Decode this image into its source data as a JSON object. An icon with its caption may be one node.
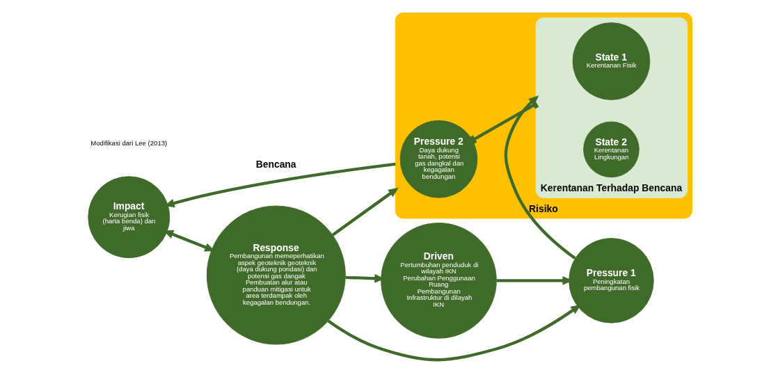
{
  "diagram": {
    "nodes": [
      {
        "text": [
          "Response",
          "Pembangunan memeperhatikan aspek geoteknik geoteknik (daya dukung pondasi) dan potensi gas dangak",
          "Pembuatan alur atau panduan mitigasi untuk area terdampak oleh kegagalan bendungan."
        ]
      },
      {
        "text": [
          "Driven",
          "Pertumbuhan penduduk di wilayah IKN",
          "Perubahan Penggunaan Ruang",
          "Pembangunan Infrastruktur di dilayah IKN"
        ]
      },
      {
        "text": [
          "Pressure 1",
          "Peningkatan pembangunan fisik"
        ]
      },
      {
        "text": [
          "Risiko"
        ]
      },
      {
        "text": [
          "Kerentanan Terhadap Bencana"
        ],
        "in": 3
      },
      {
        "text": [
          "State 1",
          "Kerentanan Fisik"
        ],
        "in": 4
      },
      {
        "text": [
          "State 2",
          "Kerentanan Lingkungan"
        ],
        "in": 4
      },
      {
        "text": [
          "Pressure 2",
          "Daya dukung tanah, potensi gas dangkal dan kegagalan bendungan"
        ],
        "in": 3
      },
      {
        "text": [
          "Impact",
          "Kerugian fisik (harta benda) dan jiwa"
        ]
      }
    ],
    "edges": [
      {
        "from": 0,
        "to": 1,
        "arrow": "to"
      },
      {
        "from": 1,
        "to": 2,
        "arrow": "to"
      },
      {
        "from": 0,
        "to": 2,
        "arrow": "to"
      },
      {
        "from": 0,
        "to": 3,
        "arrow": "to"
      },
      {
        "from": 2,
        "to": 4,
        "arrow": "to"
      },
      {
        "from": 7,
        "to": 4,
        "arrow": "other"
      },
      {
        "from": 3,
        "to": 8,
        "arrow": "to",
        "label": "Bencana"
      },
      {
        "from": 8,
        "to": 0,
        "arrow": "both"
      }
    ],
    "labels": [
      "Modifikasi dari Lee (2013)"
    ]
  }
}
